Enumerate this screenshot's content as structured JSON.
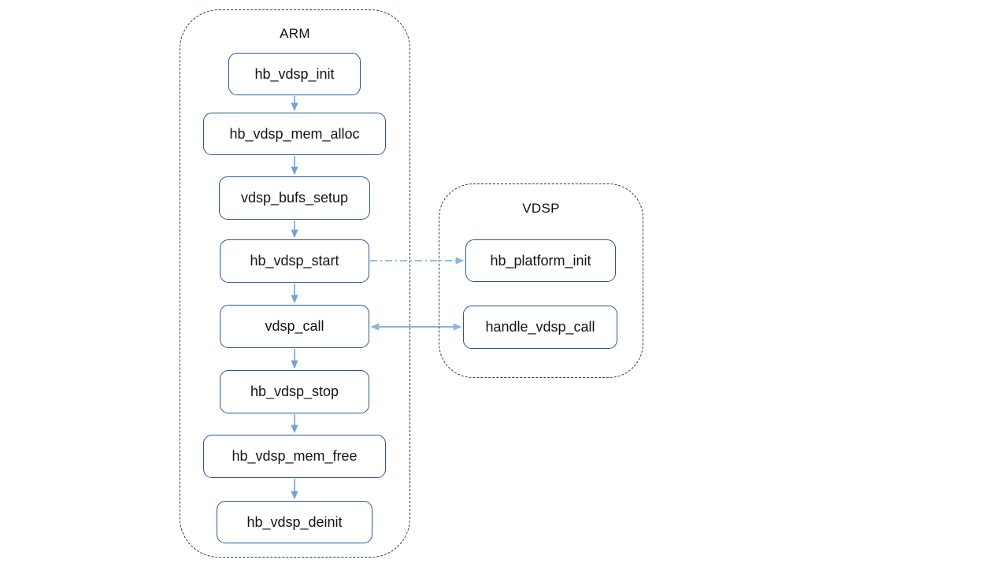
{
  "diagram": {
    "colors": {
      "background": "#ffffff",
      "group_border": "#1f3864",
      "node_border": "#2e5597",
      "node_fill": "#ffffff",
      "flow_arrow": "#71a3d9",
      "cross_arrow": "#8ab4e2",
      "text": "#141414"
    },
    "groups": {
      "arm": {
        "title": "ARM",
        "nodes": [
          {
            "id": "hb_vdsp_init",
            "label": "hb_vdsp_init"
          },
          {
            "id": "hb_vdsp_mem_alloc",
            "label": "hb_vdsp_mem_alloc"
          },
          {
            "id": "vdsp_bufs_setup",
            "label": "vdsp_bufs_setup"
          },
          {
            "id": "hb_vdsp_start",
            "label": "hb_vdsp_start"
          },
          {
            "id": "vdsp_call",
            "label": "vdsp_call"
          },
          {
            "id": "hb_vdsp_stop",
            "label": "hb_vdsp_stop"
          },
          {
            "id": "hb_vdsp_mem_free",
            "label": "hb_vdsp_mem_free"
          },
          {
            "id": "hb_vdsp_deinit",
            "label": "hb_vdsp_deinit"
          }
        ]
      },
      "vdsp": {
        "title": "VDSP",
        "nodes": [
          {
            "id": "hb_platform_init",
            "label": "hb_platform_init"
          },
          {
            "id": "handle_vdsp_call",
            "label": "handle_vdsp_call"
          }
        ]
      }
    },
    "edges": [
      {
        "from": "hb_vdsp_init",
        "to": "hb_vdsp_mem_alloc",
        "type": "arrow"
      },
      {
        "from": "hb_vdsp_mem_alloc",
        "to": "vdsp_bufs_setup",
        "type": "arrow"
      },
      {
        "from": "vdsp_bufs_setup",
        "to": "hb_vdsp_start",
        "type": "arrow"
      },
      {
        "from": "hb_vdsp_start",
        "to": "vdsp_call",
        "type": "arrow"
      },
      {
        "from": "vdsp_call",
        "to": "hb_vdsp_stop",
        "type": "arrow"
      },
      {
        "from": "hb_vdsp_stop",
        "to": "hb_vdsp_mem_free",
        "type": "arrow"
      },
      {
        "from": "hb_vdsp_mem_free",
        "to": "hb_vdsp_deinit",
        "type": "arrow"
      },
      {
        "from": "hb_vdsp_start",
        "to": "hb_platform_init",
        "type": "dash-dot-arrow"
      },
      {
        "from": "vdsp_call",
        "to": "handle_vdsp_call",
        "type": "double-arrow"
      }
    ]
  }
}
